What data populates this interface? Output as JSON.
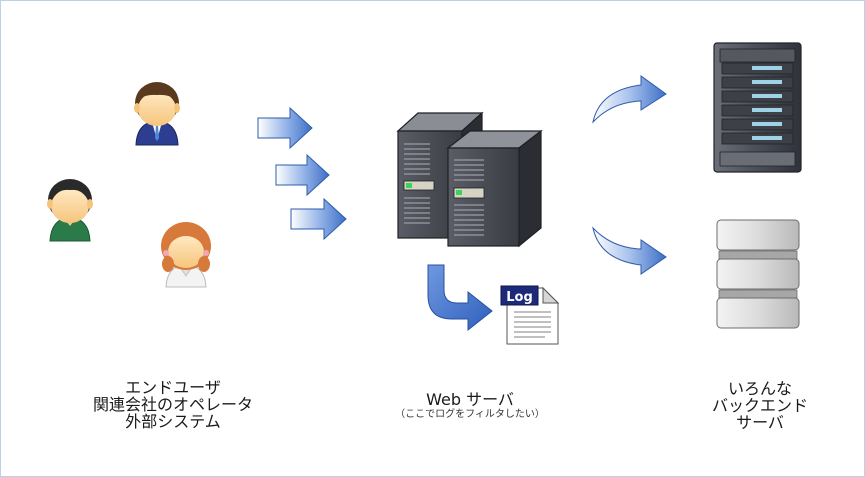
{
  "users": {
    "lines": [
      "エンドユーザ",
      "関連会社のオペレータ",
      "外部システム"
    ]
  },
  "web_server": {
    "title": "Web サーバ",
    "note": "（ここでログをフィルタしたい）"
  },
  "log_file": {
    "badge": "Log"
  },
  "backend": {
    "lines": [
      "いろんな",
      "バックエンド",
      "サーバ"
    ]
  },
  "colors": {
    "arrow_dark": "#3d6fc7",
    "arrow_light": "#ffffff",
    "server_dark": "#3d3f46",
    "log_badge": "#1d2a7a"
  }
}
